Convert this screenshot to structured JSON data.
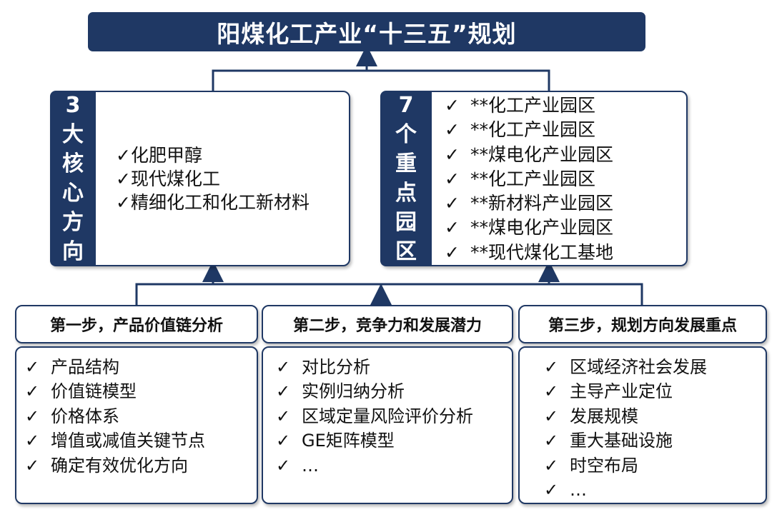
{
  "title": "阳煤化工产业“十三五”规划",
  "check_mark": "✓",
  "core_directions": {
    "label_chars": [
      "3",
      "大",
      "核",
      "心",
      "方",
      "向"
    ],
    "items": [
      "化肥甲醇",
      "现代煤化工",
      "精细化工和化工新材料"
    ]
  },
  "key_zones": {
    "label_chars": [
      "7",
      "个",
      "重",
      "点",
      "园",
      "区"
    ],
    "items": [
      "**化工产业园区",
      "**化工产业园区",
      "**煤电化产业园区",
      "**化工产业园区",
      "**新材料产业园区",
      "**煤电化产业园区",
      "**现代煤化工基地"
    ]
  },
  "steps": [
    {
      "title": "第一步，产品价值链分析",
      "items": [
        "产品结构",
        "价值链模型",
        "价格体系",
        "增值或减值关键节点",
        "确定有效优化方向"
      ]
    },
    {
      "title": "第二步，竞争力和发展潜力",
      "items": [
        "对比分析",
        "实例归纳分析",
        "区域定量风险评价分析",
        "GE矩阵模型",
        "…"
      ]
    },
    {
      "title": "第三步，规划方向发展重点",
      "items": [
        "区域经济社会发展",
        "主导产业定位",
        "发展规模",
        "重大基础设施",
        "时空布局",
        "…"
      ]
    }
  ],
  "colors": {
    "navy": "#1f3864",
    "white": "#ffffff",
    "text": "#111111"
  }
}
